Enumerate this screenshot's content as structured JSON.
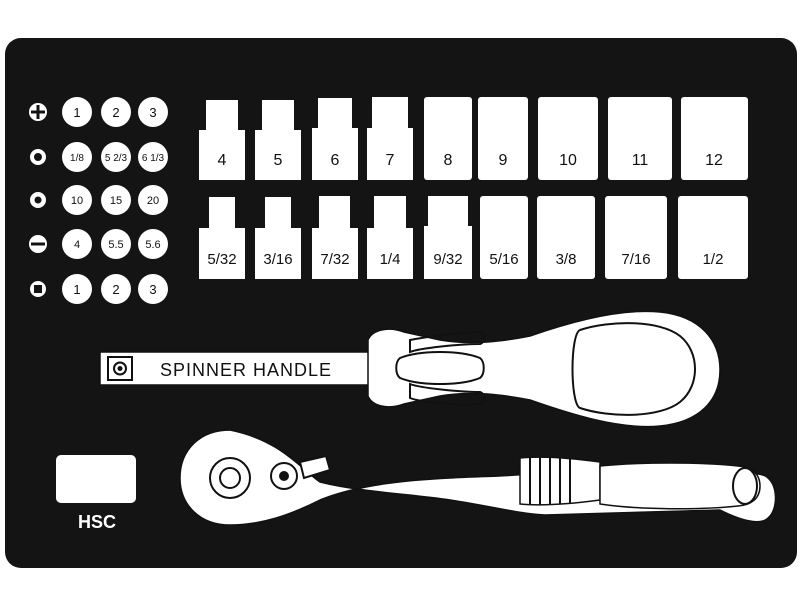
{
  "bit_rows": [
    {
      "icon": "phillips-icon",
      "values": [
        "1",
        "2",
        "3"
      ]
    },
    {
      "icon": "hex-icon",
      "values": [
        "1/8",
        "5 2/3",
        "6 1/3"
      ]
    },
    {
      "icon": "torx-icon",
      "values": [
        "10",
        "15",
        "20"
      ]
    },
    {
      "icon": "slotted-icon",
      "values": [
        "4",
        "5.5",
        "5.6"
      ]
    },
    {
      "icon": "square-icon",
      "values": [
        "1",
        "2",
        "3"
      ]
    }
  ],
  "sockets_metric": [
    "4",
    "5",
    "6",
    "7",
    "8",
    "9",
    "10",
    "11",
    "12"
  ],
  "sockets_sae": [
    "5/32",
    "3/16",
    "7/32",
    "1/4",
    "9/32",
    "5/16",
    "3/8",
    "7/16",
    "1/2"
  ],
  "spinner_label": "SPINNER HANDLE",
  "adapter_label": "HSC",
  "colors": {
    "tray": "#141414",
    "tool": "#ffffff",
    "outline": "#111111"
  }
}
